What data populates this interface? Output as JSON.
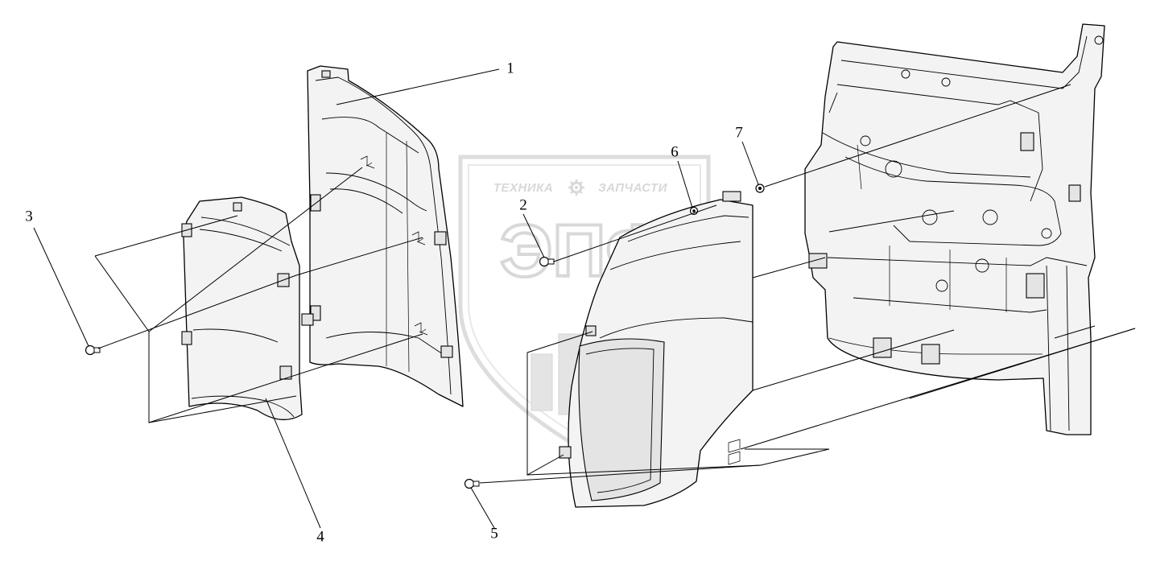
{
  "watermark": {
    "caption_left": "ТЕХНИКА",
    "caption_right": "ЗАПЧАСТИ",
    "logo_text": "ЭПФ",
    "gear_icon": "gear-icon",
    "color": "#d9d9d9"
  },
  "callouts": [
    {
      "id": "1",
      "label": "1"
    },
    {
      "id": "2",
      "label": "2"
    },
    {
      "id": "3",
      "label": "3"
    },
    {
      "id": "4",
      "label": "4"
    },
    {
      "id": "5",
      "label": "5"
    },
    {
      "id": "6",
      "label": "6"
    },
    {
      "id": "7",
      "label": "7"
    }
  ],
  "colors": {
    "line": "#000000",
    "background": "#ffffff",
    "part_fill": "#f3f3f3"
  }
}
